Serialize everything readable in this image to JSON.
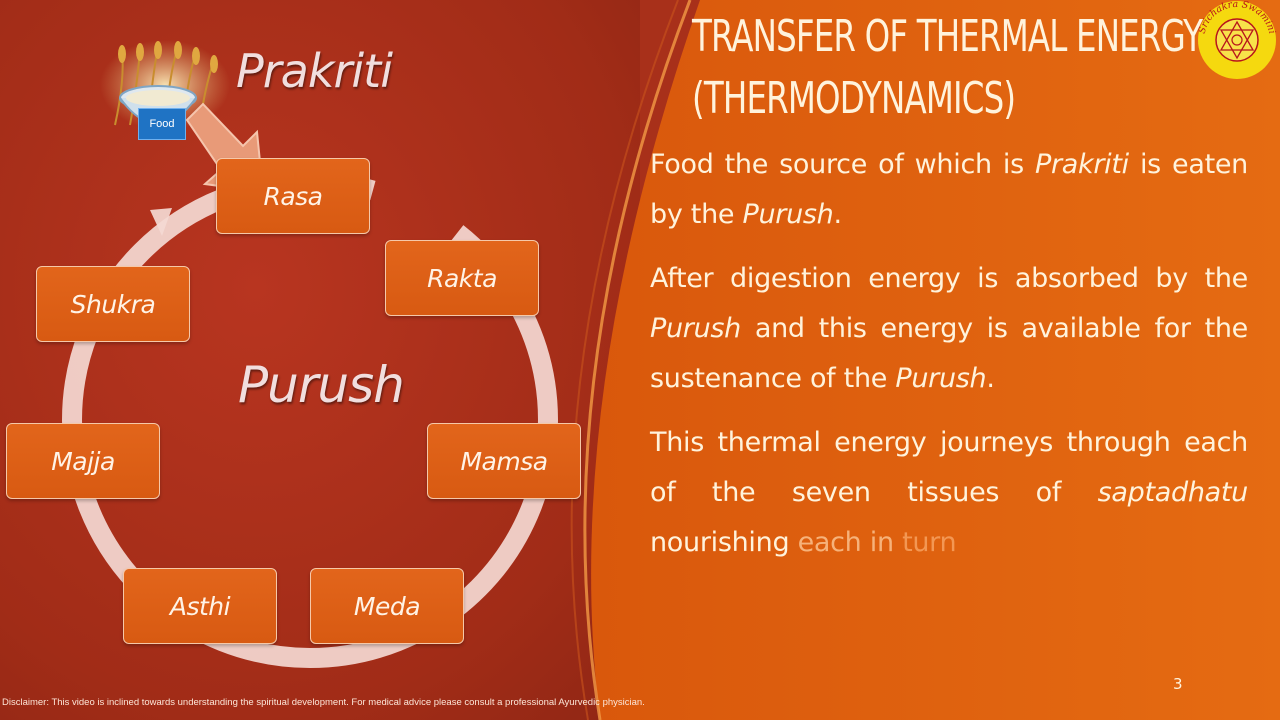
{
  "slide": {
    "title_line1": "TRANSFER OF THERMAL ENERGY",
    "title_line2": "(THERMODYNAMICS)",
    "page_number": "3",
    "disclaimer": "Disclaimer: This video is inclined towards understanding the spiritual development. For medical advice please consult a professional Ayurvedic physician."
  },
  "paragraphs": {
    "p1": {
      "a": "Food the source of which is ",
      "b": "Prakriti",
      "c": " is eaten by the ",
      "d": "Purush",
      "e": "."
    },
    "p2": {
      "a": "After digestion energy is absorbed by the ",
      "b": "Purush",
      "c": " and this energy is available for the sustenance of the ",
      "d": "Purush",
      "e": "."
    },
    "p3": {
      "a": "This thermal energy journeys through each of the seven tissues of ",
      "b": "saptadhatu",
      "c": " nourishing ",
      "d": "each",
      "e": " in ",
      "f": "turn"
    }
  },
  "diagram": {
    "source_label": "Prakriti",
    "center_label": "Purush",
    "food_label": "Food",
    "nodes": {
      "rasa": "Rasa",
      "rakta": "Rakta",
      "mamsa": "Mamsa",
      "meda": "Meda",
      "asthi": "Asthi",
      "majja": "Majja",
      "shukra": "Shukra"
    }
  },
  "logo": {
    "text": "Srichakra Swamini",
    "colors": {
      "ring": "#f5d90f",
      "text": "#b8141b"
    }
  },
  "colors": {
    "left_bg": "#a8301a",
    "right_bg": "#e0630f",
    "node_fill": "#dd5f16",
    "text_light": "#fff3dc"
  }
}
